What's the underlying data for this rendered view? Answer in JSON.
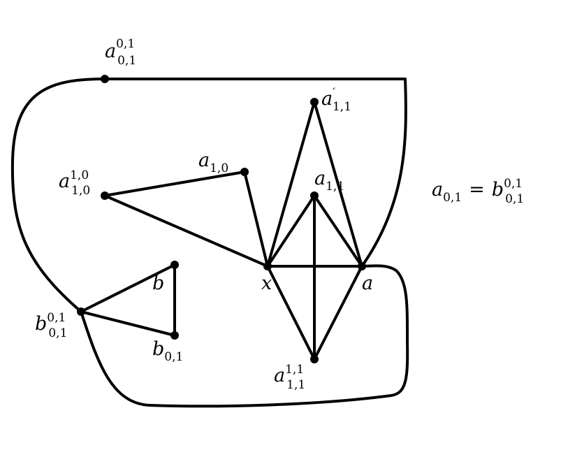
{
  "diagram": {
    "vertices": {
      "a01_top": {
        "base": "a",
        "sub": "0,1",
        "sup": "0,1",
        "prime": false
      },
      "a11_prime": {
        "base": "a",
        "sub": "1,1",
        "sup": "",
        "prime": true
      },
      "a10": {
        "base": "a",
        "sub": "1,0",
        "sup": "",
        "prime": false
      },
      "a10_sup": {
        "base": "a",
        "sub": "1,0",
        "sup": "1,0",
        "prime": false
      },
      "a11": {
        "base": "a",
        "sub": "1,1",
        "sup": "",
        "prime": false
      },
      "x": {
        "base": "x",
        "sub": "",
        "sup": "",
        "prime": false
      },
      "a": {
        "base": "a",
        "sub": "",
        "sup": "",
        "prime": false
      },
      "b": {
        "base": "b",
        "sub": "",
        "sup": "",
        "prime": false
      },
      "b01": {
        "base": "b",
        "sub": "0,1",
        "sup": "",
        "prime": false
      },
      "b01_sup": {
        "base": "b",
        "sub": "0,1",
        "sup": "0,1",
        "prime": false
      },
      "a11_sup": {
        "base": "a",
        "sub": "1,1",
        "sup": "1,1",
        "prime": false
      }
    },
    "equation": {
      "lhs_base": "a",
      "lhs_sub": "0,1",
      "equals": "=",
      "rhs_base": "b",
      "rhs_sub": "0,1",
      "rhs_sup": "0,1"
    }
  }
}
